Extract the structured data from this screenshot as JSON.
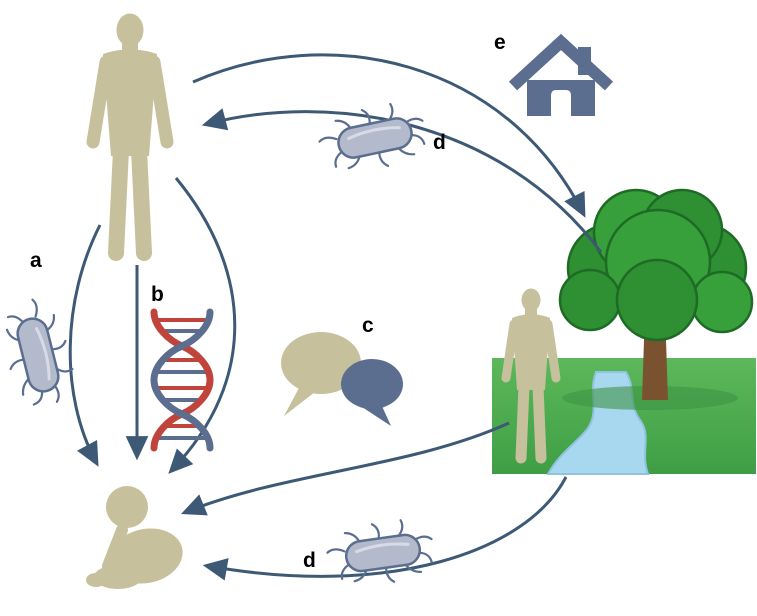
{
  "figure": {
    "labels": {
      "a": "a",
      "b": "b",
      "c": "c",
      "d_top": "d",
      "d_bottom": "d",
      "e": "e"
    },
    "icons": {
      "adult": "adult-human-silhouette",
      "infant": "infant-silhouette",
      "bacterium": "bacterium-with-flagella",
      "dna": "dna-double-helix",
      "speech": "overlapping-speech-bubbles",
      "house": "house-with-chimney",
      "environment": "person-tree-stream-scene"
    },
    "colors": {
      "background": "#ffffff",
      "arrow": "#3d5975",
      "silhouette_tan": "#c6c09c",
      "bacterium_fill": "#b2bacc",
      "bacterium_outline": "#5b6e8f",
      "dna_red": "#c0443c",
      "dna_blue": "#5b6e8f",
      "speech_dark": "#5b6e8f",
      "house_slate": "#5b6e8f",
      "grass_green": "#4aa84d",
      "tree_green_dark": "#2f8f33",
      "tree_green_light": "#37a03a",
      "trunk_brown": "#7a5230",
      "stream_blue": "#a8d7f0"
    }
  }
}
